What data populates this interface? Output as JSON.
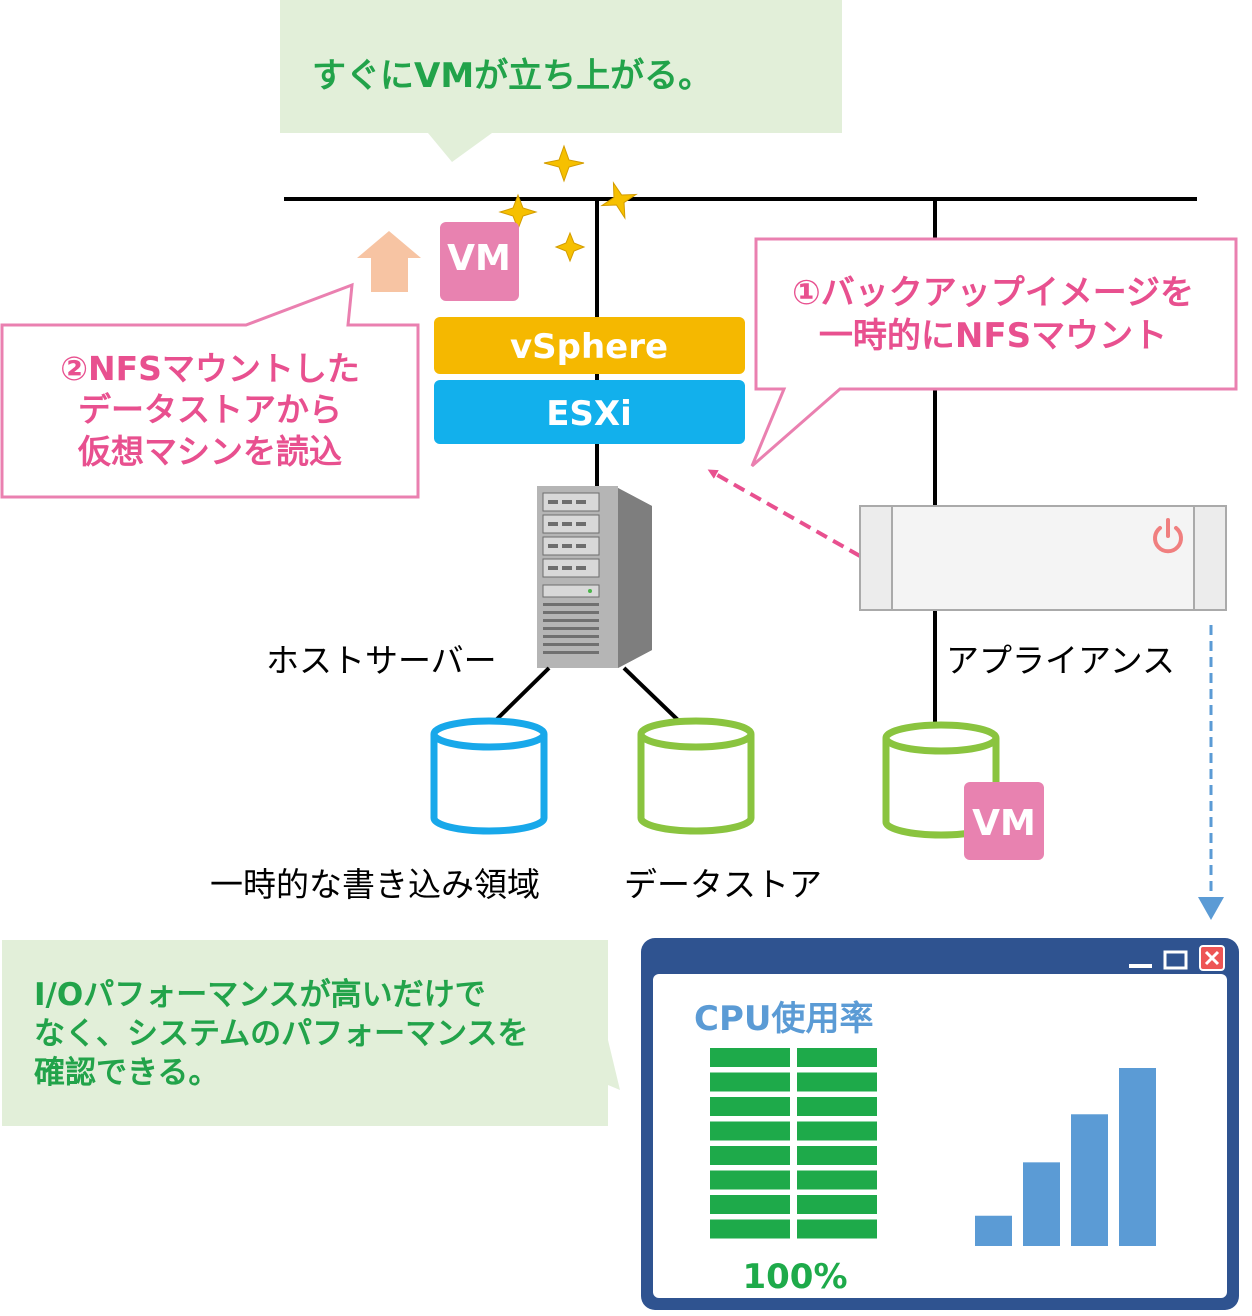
{
  "callouts": {
    "top": "すぐにVMが立ち上がる。",
    "mount": [
      "①バックアップイメージを",
      "一時的にNFSマウント"
    ],
    "read": [
      "②NFSマウントした",
      "データストアから",
      "仮想マシンを読込"
    ],
    "io": [
      "I/Oパフォーマンスが高いだけで",
      "なく、システムのパフォーマンスを",
      "確認できる。"
    ]
  },
  "stack": {
    "vm": "VM",
    "vsphere": "vSphere",
    "esxi": "ESXi"
  },
  "labels": {
    "host_server": "ホストサーバー",
    "appliance": "アプライアンス",
    "temp_write_area": "一時的な書き込み領域",
    "datastore": "データストア",
    "appliance_vm": "VM"
  },
  "monitor": {
    "cpu_title": "CPU使用率",
    "cpu_percent": "100%",
    "cpu_level": 1.0,
    "bar_values": [
      0.17,
      0.47,
      0.74,
      1.0
    ]
  },
  "colors": {
    "callout_green": "#e2efd9",
    "callout_text_green": "#22a34a",
    "callout_pink_text": "#e8508f",
    "callout_pink_border": "#ea80b0",
    "vm_pink": "#e882b0",
    "vsphere": "#f5b800",
    "esxi": "#12b0ec",
    "cylinder_blue": "#18a8ea",
    "cylinder_green": "#8ac43f",
    "window_frame": "#2f5390",
    "cpu_green": "#1eaa4a",
    "bar_blue": "#5b9bd5",
    "arrow_peach": "#f7c4a3",
    "arrow_blue": "#5b9bd5",
    "star": "#f6c000"
  }
}
